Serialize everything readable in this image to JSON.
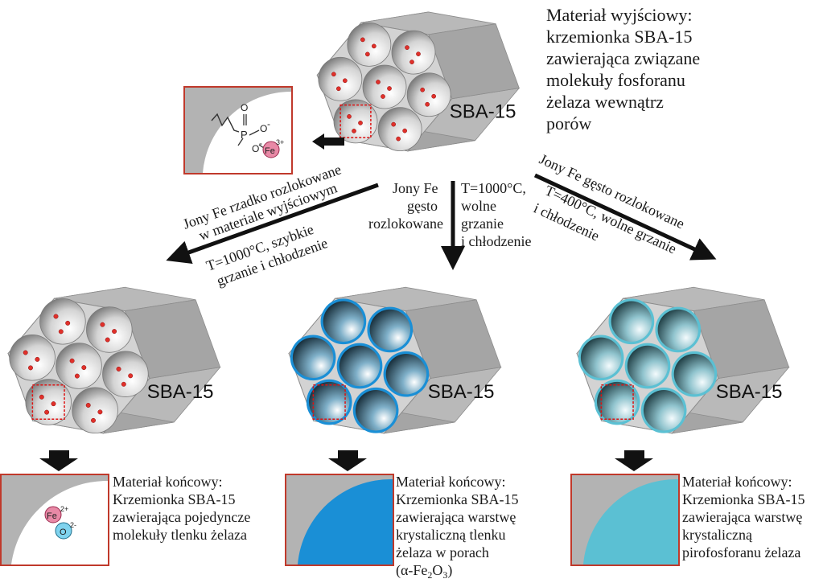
{
  "start_material": {
    "lines": [
      "Materiał wyjściowy:",
      "krzemionka SBA-15",
      "zawierająca związane",
      "molekuły fosforanu",
      "żelaza wewnątrz",
      "porów"
    ]
  },
  "hex_label": "SBA-15",
  "inset_top": {
    "phosphate_p": "P",
    "phosphate_o1": "O",
    "phosphate_o2": "O",
    "phosphate_o3": "O",
    "minus": "-",
    "fe": "Fe",
    "fe_charge": "3+"
  },
  "arrow_left": {
    "line1": "Jony Fe rzadko rozlokowane",
    "line2": "w materiale wyjściowym",
    "cond1": "T=1000°C, szybkie",
    "cond2": "grzanie i chłodzenie"
  },
  "arrow_middle": {
    "left1": "Jony Fe",
    "left2": "gęsto",
    "left3": "rozlokowane",
    "right1": "T=1000°C,",
    "right2": "wolne",
    "right3": "grzanie",
    "right4": "i chłodzenie"
  },
  "arrow_right": {
    "line1": "Jony Fe gęsto rozlokowane",
    "cond1": "T=400°C,  wolne grzanie",
    "cond2": "i chłodzenie"
  },
  "final_1": {
    "lines": [
      "Materiał końcowy:",
      "Krzemionka SBA-15",
      "zawierająca pojedyncze",
      "molekuły tlenku żelaza"
    ],
    "fe": "Fe",
    "fe_charge": "2+",
    "o": "O",
    "o_charge": "2-"
  },
  "final_2": {
    "lines": [
      "Materiał końcowy:",
      "Krzemionka SBA-15",
      "zawierająca warstwę",
      "krystaliczną tlenku",
      "żelaza w porach"
    ],
    "formula_open": "(α-Fe",
    "formula_sub1": "2",
    "formula_mid": "O",
    "formula_sub2": "3",
    "formula_close": ")"
  },
  "final_3": {
    "lines": [
      "Materiał końcowy:",
      "Krzemionka SBA-15",
      "zawierająca warstwę",
      "krystaliczną",
      "pirofosforanu żelaza"
    ]
  },
  "colors": {
    "silica": "#c9c9c9",
    "silica_dark": "#9a9a9a",
    "frame": "#c0392b",
    "hematite": "#1a8fd6",
    "pyrophosphate": "#5bc0d3",
    "fe_ion": "#e889a6",
    "o_ion": "#7fd3ee"
  }
}
